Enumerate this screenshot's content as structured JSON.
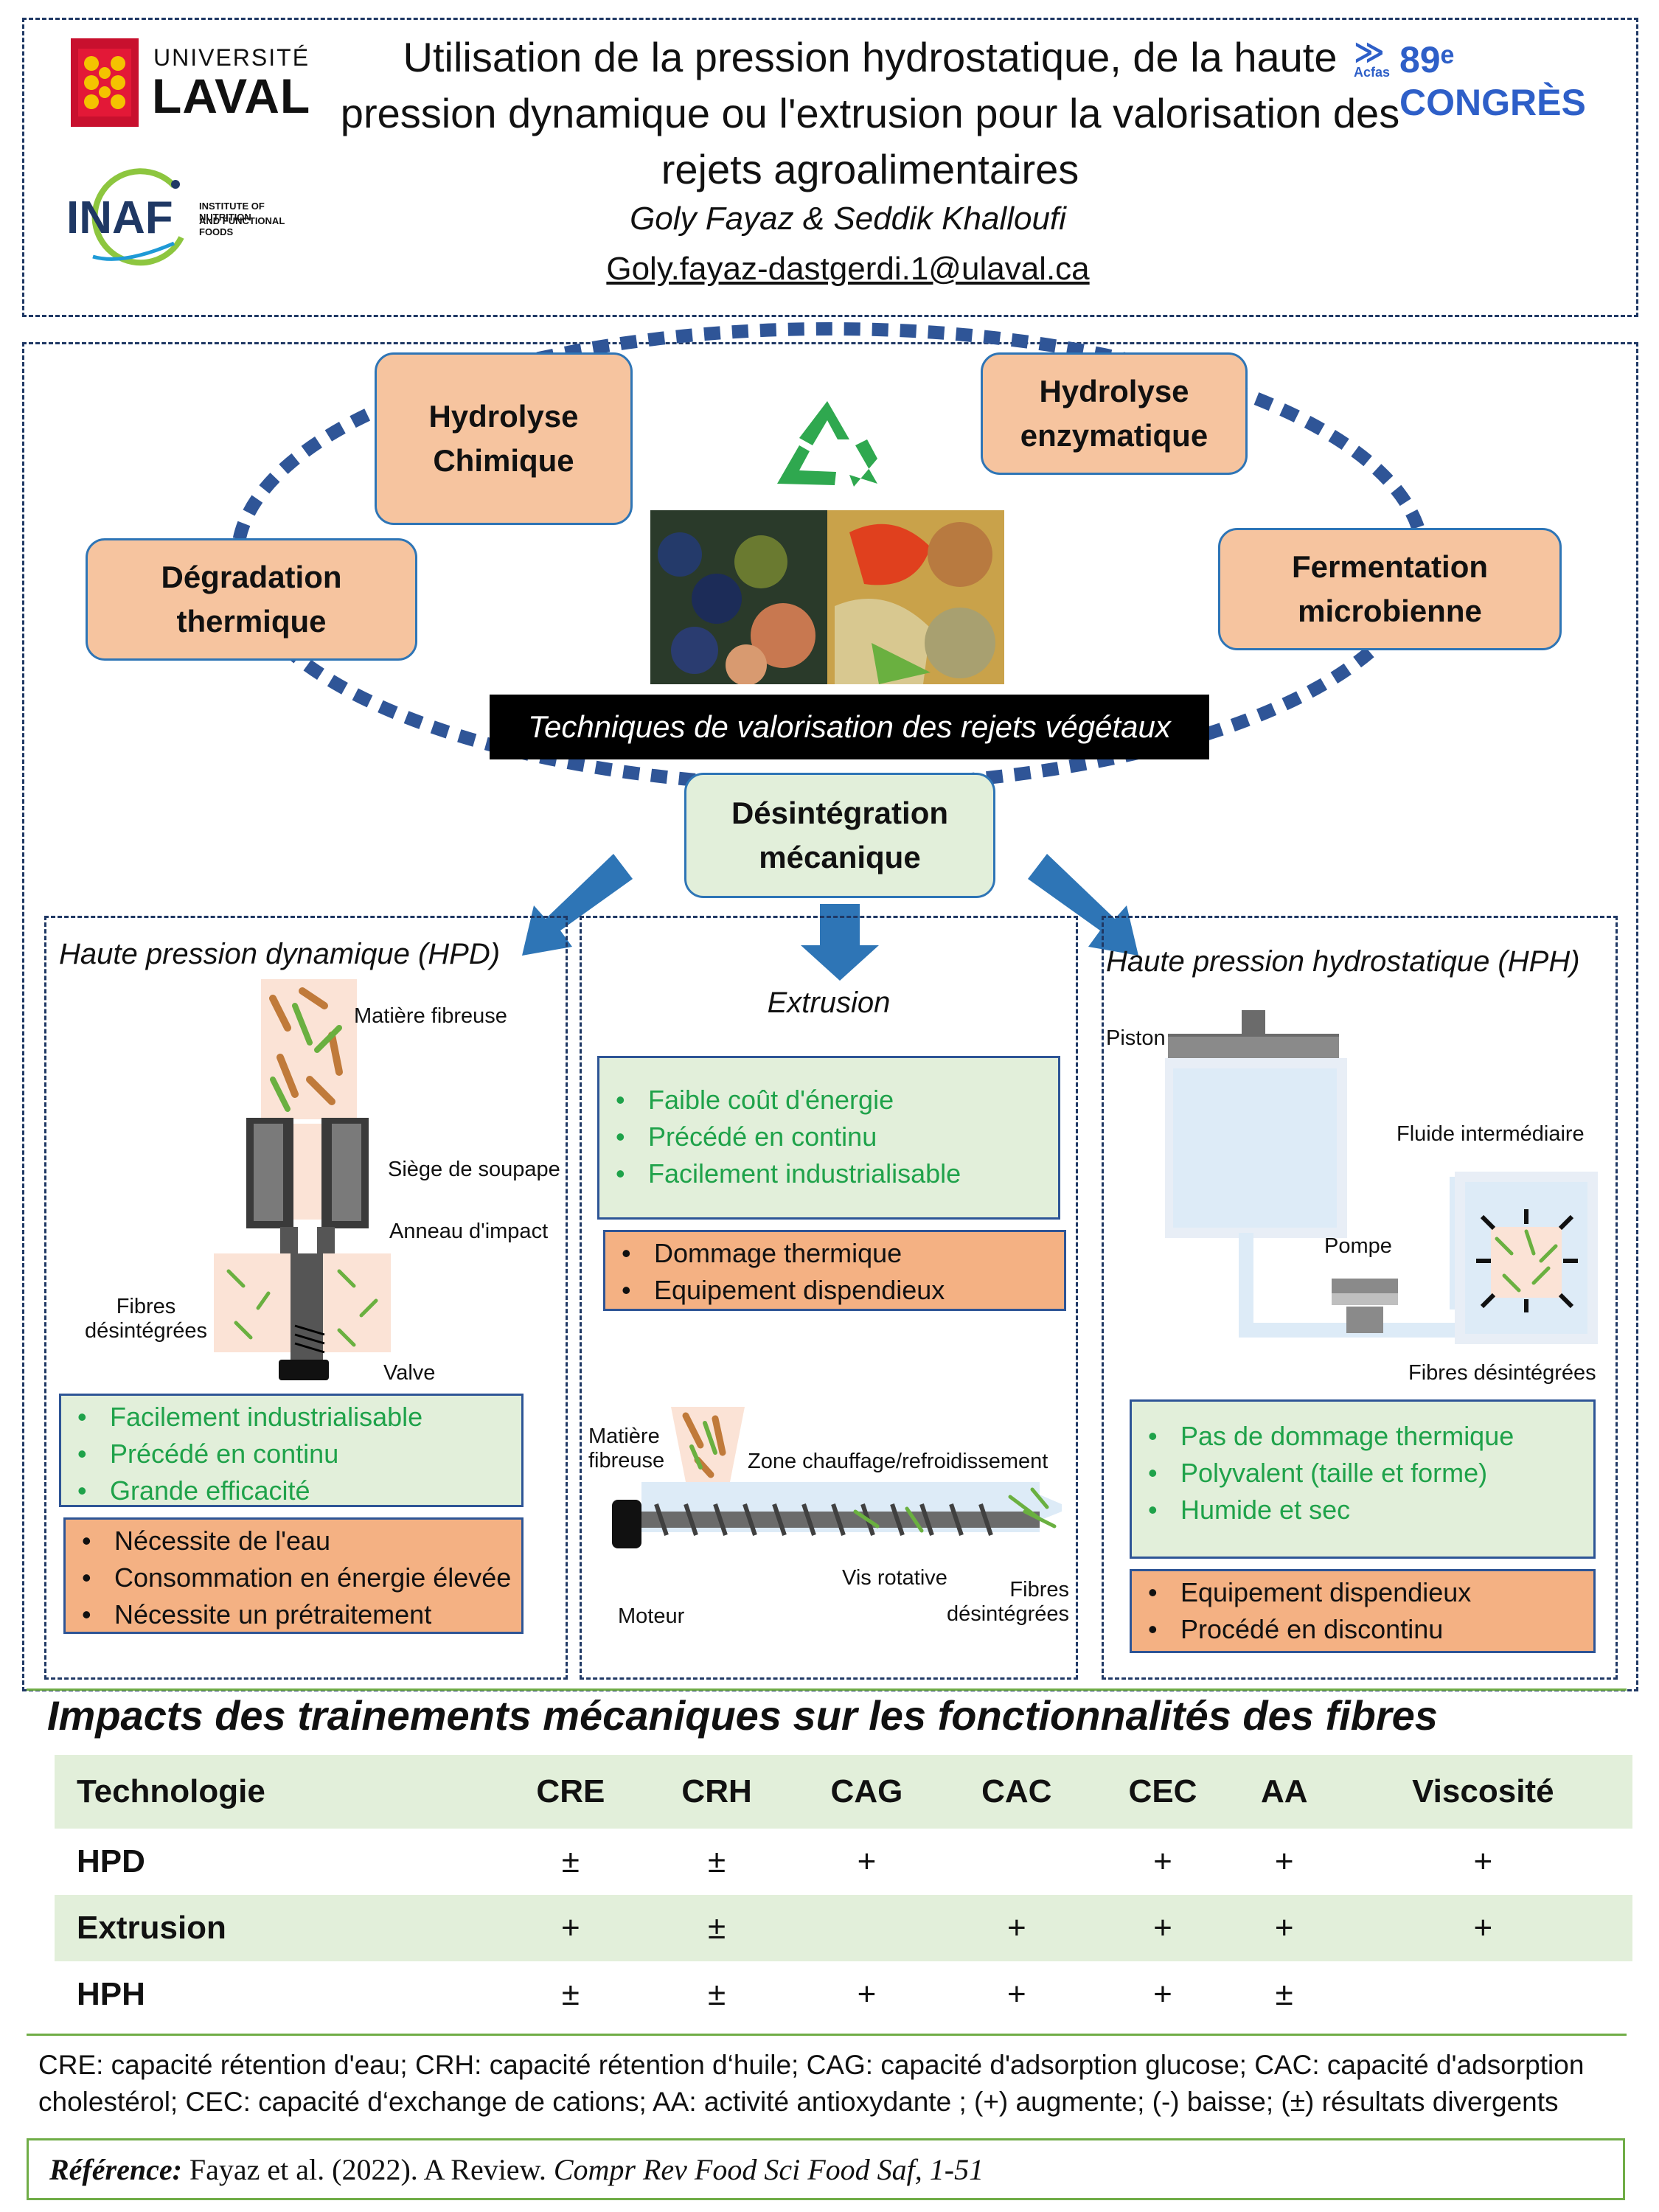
{
  "header": {
    "ulaval_line1": "UNIVERSITÉ",
    "ulaval_line2": "LAVAL",
    "inaf_name": "INAF",
    "inaf_line1": "INSTITUTE OF NUTRITION",
    "inaf_line2": "AND FUNCTIONAL FOODS",
    "acfas_small": "Acfas",
    "congres": "89ᵉ CONGRÈS",
    "title": "Utilisation de la pression hydrostatique, de la haute pression dynamique ou l'extrusion pour la valorisation des rejets agroalimentaires",
    "authors": "Goly Fayaz & Seddik Khalloufi",
    "email": "Goly.fayaz-dastgerdi.1@ulaval.ca"
  },
  "cycle": {
    "hydrolyse_chimique": "Hydrolyse Chimique",
    "hydrolyse_enzymatique": "Hydrolyse enzymatique",
    "degradation_thermique": "Dégradation thermique",
    "fermentation_microbienne": "Fermentation microbienne",
    "banner": "Techniques de valorisation des rejets végétaux",
    "desintegration": "Désintégration mécanique"
  },
  "hpd": {
    "title": "Haute pression dynamique (HPD)",
    "labels": {
      "matiere": "Matière fibreuse",
      "siege": "Siège de soupape",
      "anneau": "Anneau d'impact",
      "fibres": "Fibres désintégrées",
      "valve": "Valve"
    },
    "advantages": [
      "Facilement industrialisable",
      "Précédé en continu",
      "Grande efficacité"
    ],
    "drawbacks": [
      "Nécessite de l'eau",
      "Consommation en énergie élevée",
      "Nécessite un prétraitement"
    ]
  },
  "extrusion": {
    "title": "Extrusion",
    "advantages": [
      "Faible coût d'énergie",
      "Précédé en continu",
      "Facilement industrialisable"
    ],
    "drawbacks": [
      "Dommage thermique",
      "Equipement dispendieux"
    ],
    "labels": {
      "matiere": "Matière fibreuse",
      "zone": "Zone chauffage/refroidissement",
      "vis": "Vis rotative",
      "moteur": "Moteur",
      "fibres": "Fibres désintégrées"
    }
  },
  "hph": {
    "title": "Haute pression hydrostatique (HPH)",
    "labels": {
      "piston": "Piston",
      "fluide": "Fluide intermédiaire",
      "pompe": "Pompe",
      "fibres": "Fibres désintégrées"
    },
    "advantages": [
      "Pas de dommage thermique",
      "Polyvalent (taille et forme)",
      "Humide et sec"
    ],
    "drawbacks": [
      "Equipement dispendieux",
      "Procédé en discontinu"
    ]
  },
  "impacts": {
    "title": "Impacts des trainements mécaniques sur les fonctionnalités des fibres",
    "headers": [
      "Technologie",
      "CRE",
      "CRH",
      "CAG",
      "CAC",
      "CEC",
      "AA",
      "Viscosité"
    ],
    "rows": [
      [
        "HPD",
        "±",
        "±",
        "+",
        "",
        "+",
        "+",
        "+"
      ],
      [
        "Extrusion",
        "+",
        "±",
        "",
        "+",
        "+",
        "+",
        "+"
      ],
      [
        "HPH",
        "±",
        "±",
        "+",
        "+",
        "+",
        "±",
        ""
      ]
    ],
    "legend": "CRE: capacité rétention d'eau; CRH: capacité rétention d‘huile;  CAG: capacité d'adsorption glucose; CAC: capacité d'adsorption cholestérol; CEC:  capacité d‘exchange de cations; AA: activité antioxydante ; (+) augmente; (-) baisse; (±) résultats divergents"
  },
  "reference": {
    "label": "Référence:",
    "text": " Fayaz et al. (2022). A Review. ",
    "journal": "Compr Rev Food Sci Food Saf, 1-51"
  },
  "colors": {
    "accent_blue": "#2e75b6",
    "node_orange": "#f6c49f",
    "box_green": "#e2efda",
    "box_orange": "#f4b183",
    "text_green": "#1fa24a",
    "border_navy": "#1f3864"
  }
}
